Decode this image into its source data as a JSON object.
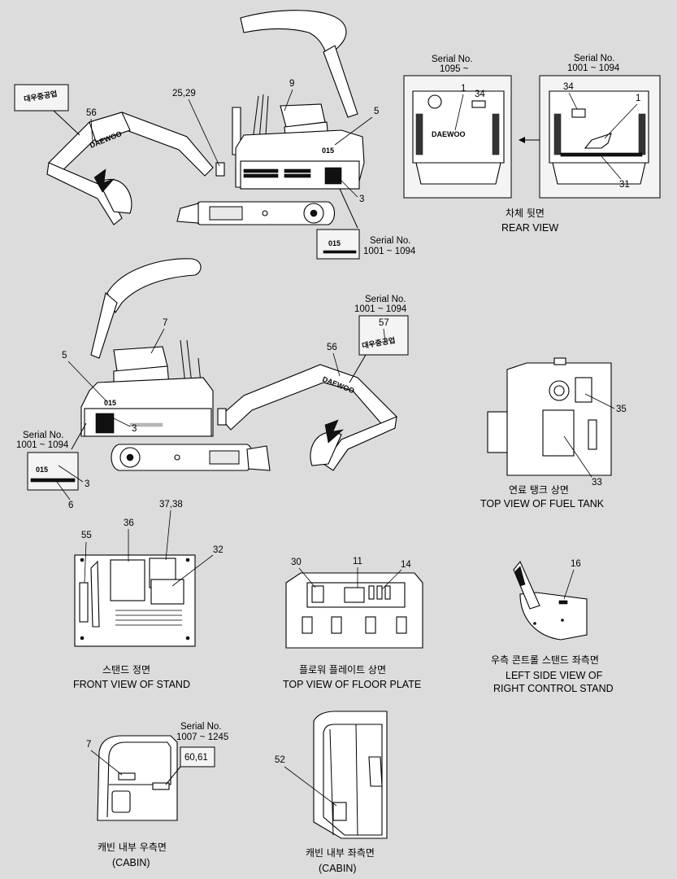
{
  "diagram": {
    "top_side_view": {
      "part_numbers": [
        "56",
        "25,29",
        "9",
        "5",
        "3"
      ],
      "serial_label": "Serial No.",
      "serial_range": "1001 ~ 1094",
      "model_decal": "015",
      "brand_decal": "DAEWOO",
      "korean_logo": "대우중공업"
    },
    "rear_view": {
      "left_serial_label": "Serial No.",
      "left_serial_range": "1095 ~",
      "right_serial_label": "Serial No.",
      "right_serial_range": "1001 ~ 1094",
      "part_numbers_left": [
        "1",
        "34"
      ],
      "part_numbers_right": [
        "34",
        "1",
        "31"
      ],
      "brand_decal": "DAEWOO",
      "caption_ko": "차체 뒷면",
      "caption_en": "REAR VIEW"
    },
    "middle_side_view": {
      "serial_label_right": "Serial No.",
      "serial_range_right": "1001 ~ 1094",
      "part_number_logo": "57",
      "part_numbers": [
        "7",
        "5",
        "56",
        "3"
      ],
      "serial_label_left": "Serial No.",
      "serial_range_left": "1001 ~ 1094",
      "inset_part_numbers": [
        "3",
        "6"
      ],
      "model_decal": "015",
      "brand_decal": "DAEWOO",
      "korean_logo": "대우중공업"
    },
    "fuel_tank": {
      "part_numbers": [
        "35",
        "33"
      ],
      "caption_ko": "연료 탱크 상면",
      "caption_en": "TOP VIEW OF FUEL TANK"
    },
    "stand": {
      "part_numbers": [
        "55",
        "36",
        "37,38",
        "32"
      ],
      "caption_ko": "스탠드 정면",
      "caption_en": "FRONT VIEW OF STAND"
    },
    "floor_plate": {
      "part_numbers": [
        "30",
        "11",
        "14"
      ],
      "caption_ko": "플로워 플레이트 상면",
      "caption_en": "TOP VIEW OF FLOOR PLATE"
    },
    "control_stand": {
      "part_numbers": [
        "16"
      ],
      "caption_ko": "우측 콘트롤 스탠드 좌측면",
      "caption_en_line1": "LEFT SIDE VIEW OF",
      "caption_en_line2": "RIGHT CONTROL STAND"
    },
    "cabin_right": {
      "part_numbers": [
        "7",
        "60,61"
      ],
      "serial_label": "Serial No.",
      "serial_range": "1007 ~ 1245",
      "caption_ko": "캐빈 내부 우측면",
      "caption_en": "(CABIN)"
    },
    "cabin_left": {
      "part_numbers": [
        "52"
      ],
      "caption_ko": "캐빈 내부 좌측면",
      "caption_en": "(CABIN)"
    }
  }
}
